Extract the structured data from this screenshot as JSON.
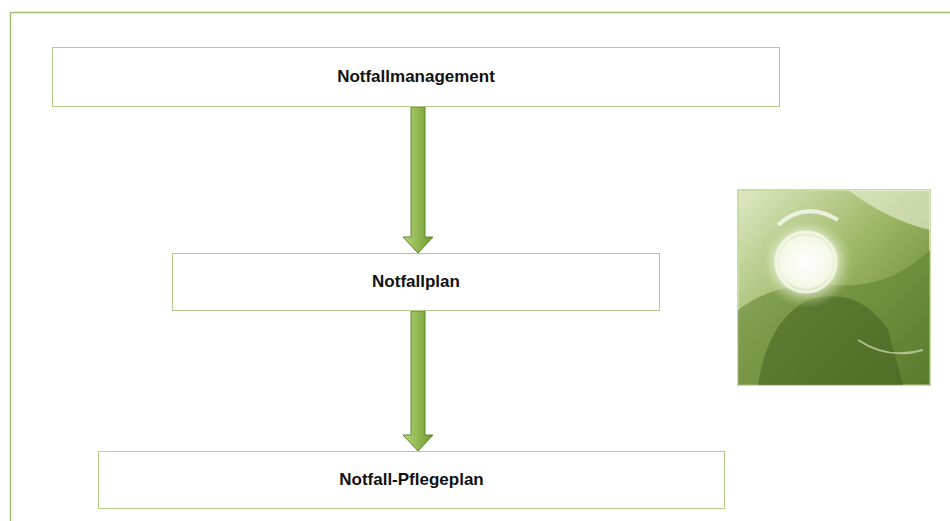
{
  "diagram": {
    "nodes": [
      {
        "text": [
          "Notfallmanagement"
        ]
      },
      {
        "text": [
          "Notfallplan"
        ]
      },
      {
        "text": [
          "Notfall-Pflegeplan"
        ]
      }
    ],
    "edges": [
      {
        "from": 0,
        "to": 1,
        "arrow": "to"
      },
      {
        "from": 1,
        "to": 2,
        "arrow": "to"
      }
    ]
  }
}
